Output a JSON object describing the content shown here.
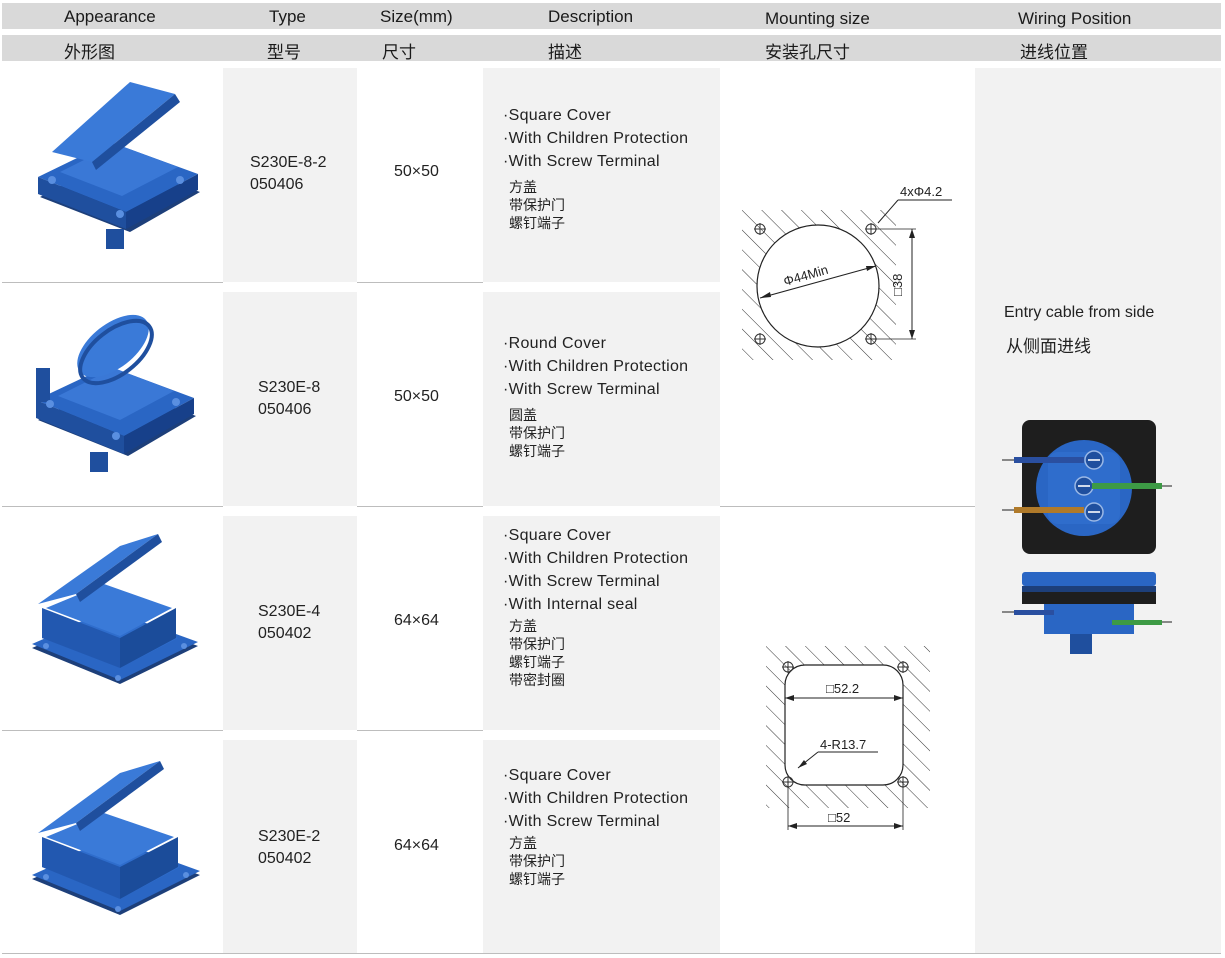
{
  "header": {
    "appearance": "Appearance",
    "type": "Type",
    "size": "Size(mm)",
    "description": "Description",
    "mounting_size": "Mounting size",
    "wiring_position": "Wiring Position"
  },
  "header_zh": {
    "appearance": "外形图",
    "type": "型号",
    "size": "尺寸",
    "description": "描述",
    "mounting_size": "安装孔尺寸",
    "wiring_position": "进线位置"
  },
  "rows": [
    {
      "model": "S230E-8-2",
      "code": "050406",
      "size": "50×50",
      "desc_en": [
        "·Square Cover",
        "·With Children Protection",
        "·With Screw Terminal"
      ],
      "desc_zh": [
        "方盖",
        "带保护门",
        "螺钉端子"
      ]
    },
    {
      "model": "S230E-8",
      "code": "050406",
      "size": "50×50",
      "desc_en": [
        "·Round Cover",
        "·With Children Protection",
        "·With Screw Terminal"
      ],
      "desc_zh": [
        "圆盖",
        "带保护门",
        "螺钉端子"
      ]
    },
    {
      "model": "S230E-4",
      "code": "050402",
      "size": "64×64",
      "desc_en": [
        "·Square Cover",
        "·With Children Protection",
        "·With Screw Terminal",
        "·With Internal seal"
      ],
      "desc_zh": [
        "方盖",
        "带保护门",
        "螺钉端子",
        "带密封圈"
      ]
    },
    {
      "model": "S230E-2",
      "code": "050402",
      "size": "64×64",
      "desc_en": [
        "·Square Cover",
        "·With Children Protection",
        "·With Screw Terminal"
      ],
      "desc_zh": [
        "方盖",
        "带保护门",
        "螺钉端子"
      ]
    }
  ],
  "mounting": {
    "small": {
      "holes": "4xΦ4.2",
      "diameter": "Φ44Min",
      "spacing": "□38"
    },
    "large": {
      "square": "□52.2",
      "radius": "4-R13.7",
      "spacing": "□52"
    }
  },
  "wiring": {
    "en": "Entry cable from side",
    "zh": "从侧面进线"
  },
  "colors": {
    "header_bg": "#d9d9d9",
    "cell_bg": "#f2f2f2",
    "socket_blue": "#2a66c4"
  }
}
